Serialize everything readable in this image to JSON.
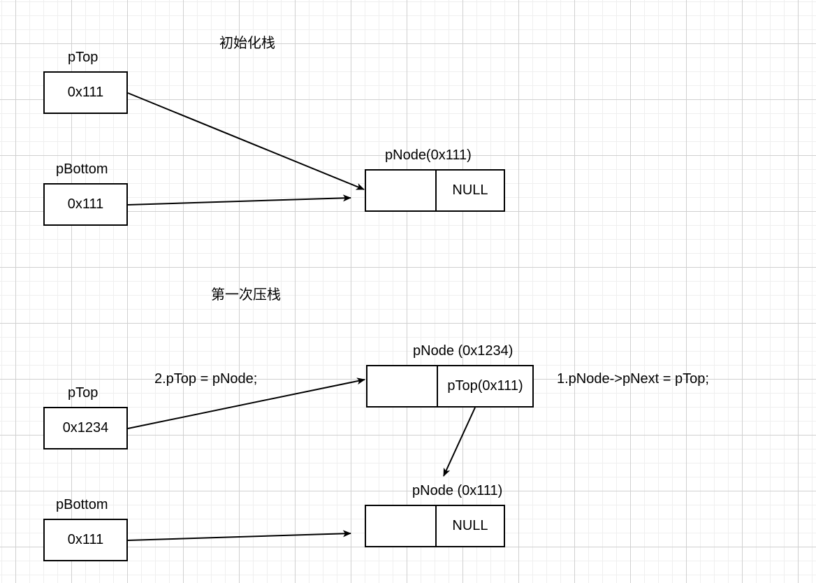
{
  "sections": {
    "init": {
      "title": "初始化栈",
      "ptop": {
        "name": "pTop",
        "value": "0x111"
      },
      "pbottom": {
        "name": "pBottom",
        "value": "0x111"
      },
      "node": {
        "label": "pNode(0x111)",
        "data": "",
        "next": "NULL"
      }
    },
    "push1": {
      "title": "第一次压栈",
      "ptop": {
        "name": "pTop",
        "value": "0x1234"
      },
      "pbottom": {
        "name": "pBottom",
        "value": "0x111"
      },
      "new_node": {
        "label": "pNode (0x1234)",
        "data": "",
        "next": "pTop(0x111)"
      },
      "old_node": {
        "label": "pNode (0x111)",
        "data": "",
        "next": "NULL"
      },
      "step1": "1.pNode->pNext = pTop;",
      "step2": "2.pTop = pNode;"
    }
  },
  "edges": [
    {
      "from": "init-ptop",
      "to": "init-node"
    },
    {
      "from": "init-pbottom",
      "to": "init-node"
    },
    {
      "from": "push1-ptop",
      "to": "push1-new-node"
    },
    {
      "from": "push1-new-node-next",
      "to": "push1-old-node"
    },
    {
      "from": "push1-pbottom",
      "to": "push1-old-node"
    }
  ],
  "colors": {
    "stroke": "#000000",
    "grid_major": "#d0d0d0",
    "grid_minor": "#efefef",
    "background": "#ffffff"
  }
}
